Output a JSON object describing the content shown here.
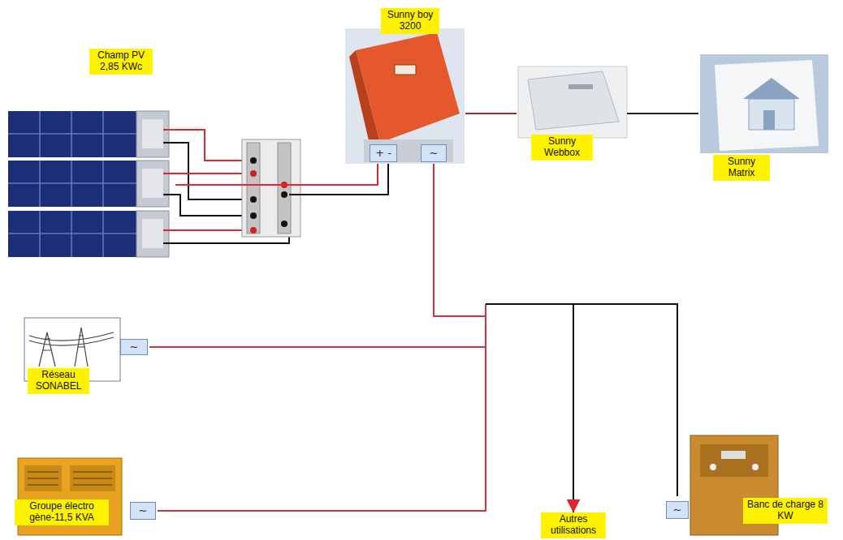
{
  "diagram": {
    "nodes": [
      {
        "text": [
          "Champ PV 2,85 KWc"
        ]
      },
      {
        "text": [
          "Sunny boy 3200"
        ]
      },
      {
        "text": [
          "Sunny Webbox"
        ]
      },
      {
        "text": [
          "Sunny Matrix"
        ]
      },
      {
        "text": [
          "Réseau SONABEL"
        ]
      },
      {
        "text": [
          "Groupe électro gène-11,5 KVA"
        ]
      },
      {
        "text": [
          "Autres utilisations"
        ]
      },
      {
        "text": [
          "Banc de charge 8 KW"
        ]
      }
    ],
    "edges": [
      {
        "from": 0,
        "to": 1,
        "arrow": "none"
      },
      {
        "from": 1,
        "to": 2,
        "arrow": "none"
      },
      {
        "from": 2,
        "to": 3,
        "arrow": "none"
      },
      {
        "from": 1,
        "to": 6,
        "arrow": "to"
      },
      {
        "from": 1,
        "to": 7,
        "arrow": "none"
      },
      {
        "from": 4,
        "to": 6,
        "arrow": "to"
      },
      {
        "from": 4,
        "to": 7,
        "arrow": "none"
      },
      {
        "from": 5,
        "to": 6,
        "arrow": "to"
      },
      {
        "from": 5,
        "to": 7,
        "arrow": "none"
      }
    ],
    "labels": [
      "+ -",
      "~",
      "~",
      "~",
      "~"
    ]
  }
}
